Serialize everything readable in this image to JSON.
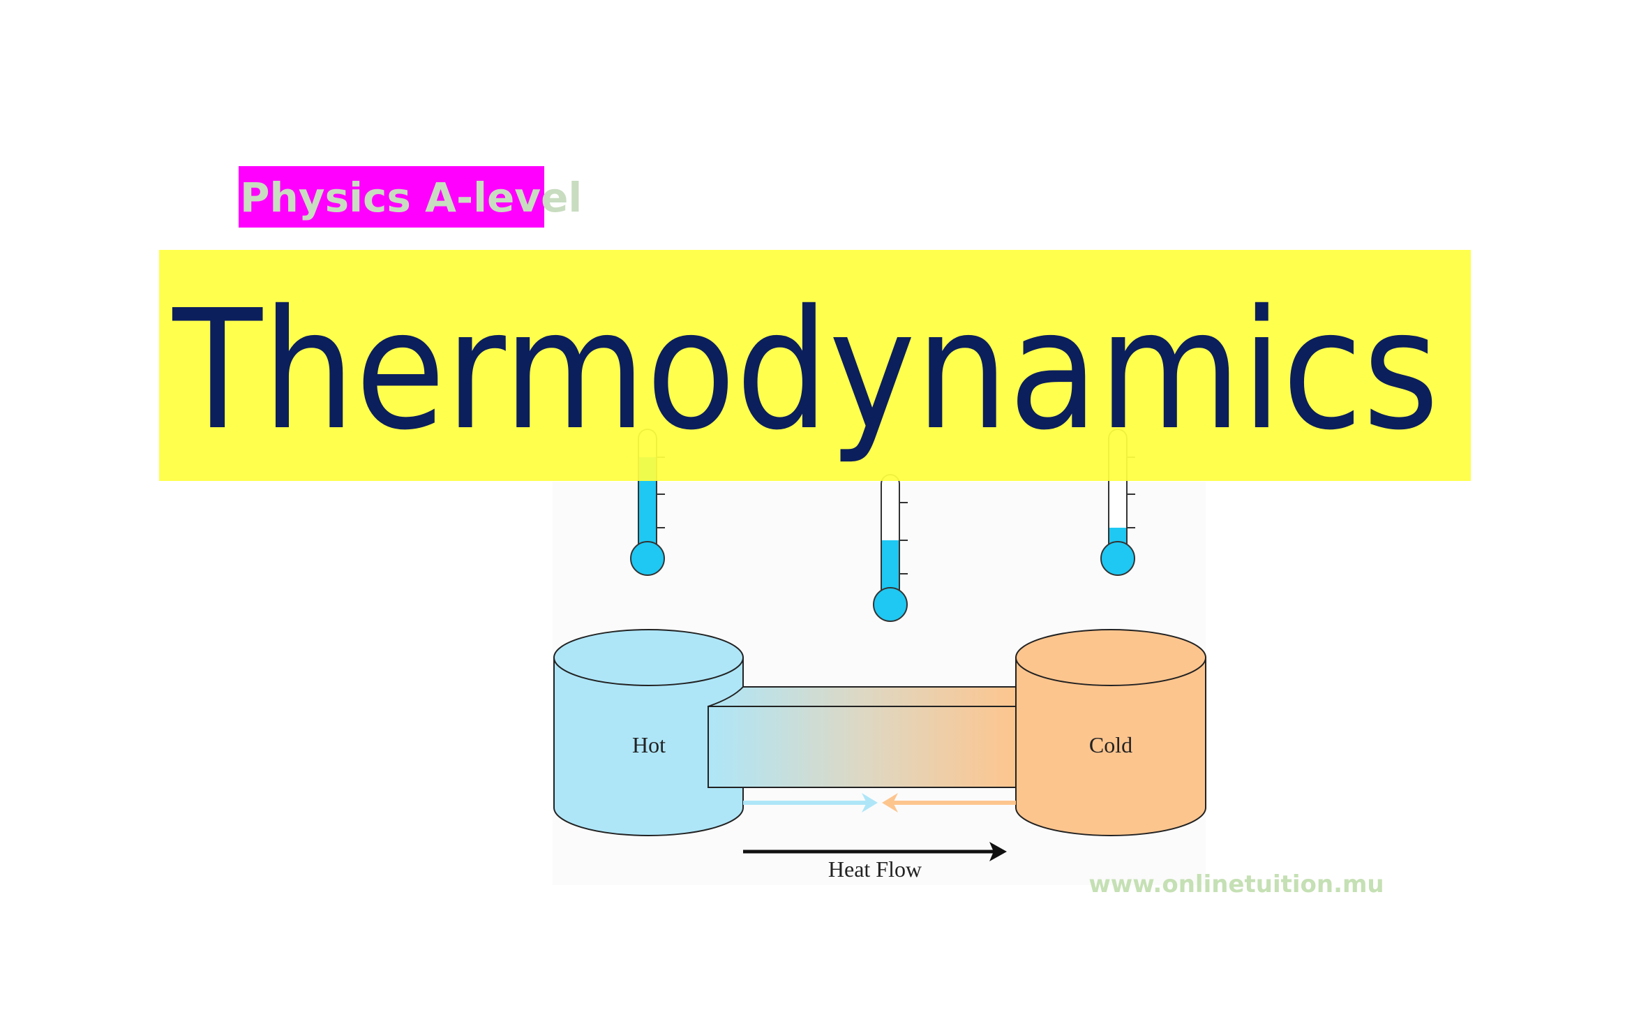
{
  "subtitle": "Physics A-level",
  "title": "Thermodynamics",
  "diagram": {
    "hot_label": "Hot",
    "cold_label": "Cold",
    "arrow_label": "Heat Flow",
    "thermometers": [
      {
        "name": "hot",
        "level_percent": 80
      },
      {
        "name": "middle",
        "level_percent": 50
      },
      {
        "name": "cold",
        "level_percent": 25
      }
    ]
  },
  "website": "www.onlinetuition.mu",
  "colors": {
    "subtitle_bg": "#ff00ff",
    "subtitle_text": "#c8dcc0",
    "title_bg": "#ffff40",
    "title_text": "#0b1f5c",
    "hot": "#aee6f8",
    "cold": "#fdc58e",
    "mercury": "#1ec8f2",
    "website": "#c5e0b4"
  }
}
